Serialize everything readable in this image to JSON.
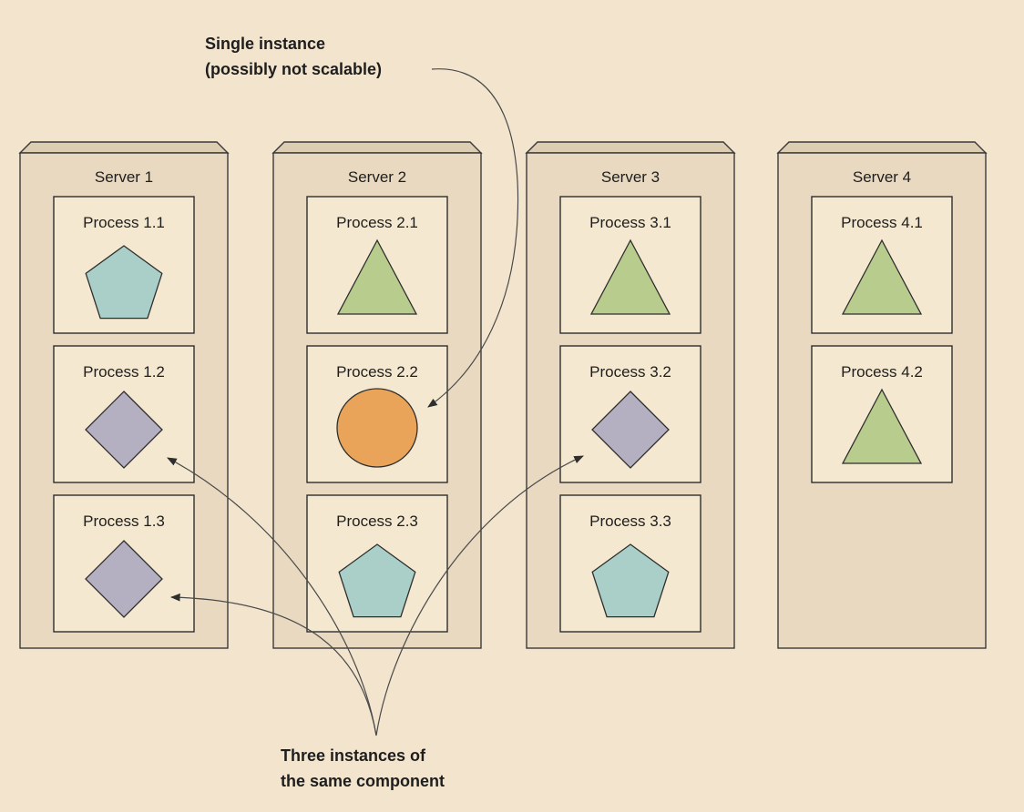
{
  "colors": {
    "background": "#f3e5cd",
    "pentagon": "#a9cfc8",
    "triangle": "#b8cc8e",
    "diamond": "#b4b0c2",
    "circle": "#e9a45a"
  },
  "servers": [
    {
      "label": "Server 1",
      "processes": [
        {
          "label": "Process 1.1",
          "shape": "pentagon"
        },
        {
          "label": "Process 1.2",
          "shape": "diamond"
        },
        {
          "label": "Process 1.3",
          "shape": "diamond"
        }
      ]
    },
    {
      "label": "Server 2",
      "processes": [
        {
          "label": "Process 2.1",
          "shape": "triangle"
        },
        {
          "label": "Process 2.2",
          "shape": "circle"
        },
        {
          "label": "Process 2.3",
          "shape": "pentagon"
        }
      ]
    },
    {
      "label": "Server 3",
      "processes": [
        {
          "label": "Process 3.1",
          "shape": "triangle"
        },
        {
          "label": "Process 3.2",
          "shape": "diamond"
        },
        {
          "label": "Process 3.3",
          "shape": "pentagon"
        }
      ]
    },
    {
      "label": "Server 4",
      "processes": [
        {
          "label": "Process 4.1",
          "shape": "triangle"
        },
        {
          "label": "Process 4.2",
          "shape": "triangle"
        }
      ]
    }
  ],
  "callouts": {
    "single_instance": {
      "line1": "Single instance",
      "line2": "(possibly not scalable)"
    },
    "three_instances": {
      "line1": "Three instances of",
      "line2": "the same component"
    }
  }
}
